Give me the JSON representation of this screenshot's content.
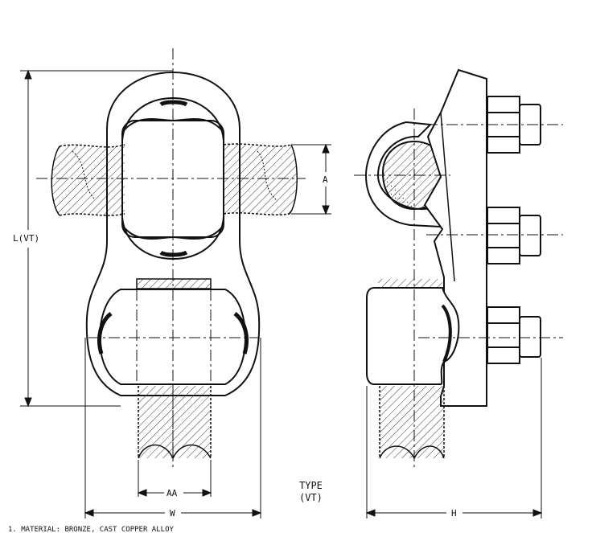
{
  "dimensions": {
    "length": "L(VT)",
    "cable_diameter": "A",
    "cable_spacing": "AA",
    "width": "W",
    "height": "H"
  },
  "type_label": {
    "line1": "TYPE",
    "line2": "(VT)"
  },
  "footnote": "1.  MATERIAL:  BRONZE, CAST COPPER ALLOY",
  "colors": {
    "ink": "#111111",
    "hatch": "#333333",
    "paper": "#ffffff"
  }
}
